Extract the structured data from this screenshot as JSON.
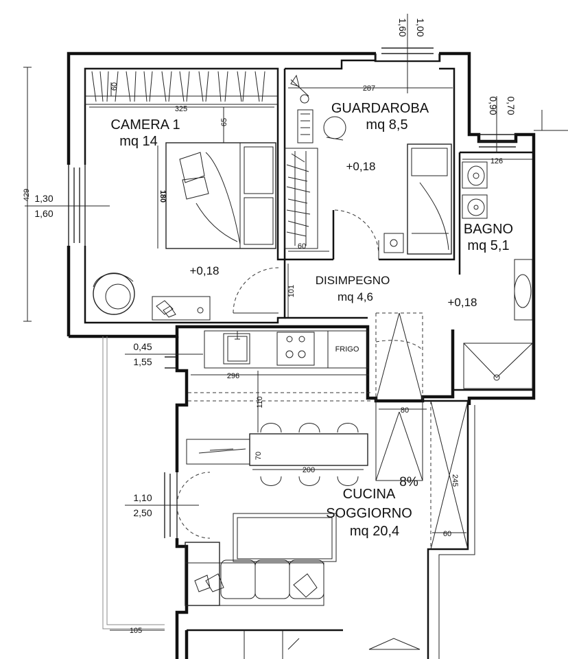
{
  "rooms": {
    "camera": {
      "name": "CAMERA 1",
      "area": "mq 14",
      "level": "+0,18"
    },
    "guardaroba": {
      "name": "GUARDAROBA",
      "area": "mq 8,5",
      "level": "+0,18"
    },
    "bagno": {
      "name": "BAGNO",
      "area": "mq 5,1"
    },
    "disimpegno": {
      "name": "DISIMPEGNO",
      "area": "mq 4,6",
      "level": "+0,18"
    },
    "cucina": {
      "name_line1": "CUCINA",
      "name_line2": "SOGGIORNO",
      "area": "mq 20,4"
    }
  },
  "dimensions": {
    "camera_wardrobe_width": "325",
    "camera_wardrobe_depth": "60",
    "bed_gap": "65",
    "bed_length": "180",
    "camera_height": "429",
    "guardaroba_width": "287",
    "guardaroba_shelf": "60",
    "door_101": "101",
    "bagno_width": "126",
    "kitchen_width": "296",
    "kitchen_gap": "110",
    "table_width": "70",
    "table_length": "200",
    "stair_width": "80",
    "stair_length": "245",
    "stair_landing": "60",
    "terrace_width": "105"
  },
  "windows": {
    "top_a": "1,00",
    "top_b": "1,60",
    "bagno_a": "0,70",
    "bagno_b": "0,90",
    "camera_a": "1,30",
    "camera_b": "1,60",
    "kitchen_a": "0,45",
    "kitchen_b": "1,55",
    "living_a": "1,10",
    "living_b": "2,50"
  },
  "fixtures": {
    "frigo": "FRIGO"
  },
  "stair_slope": "8%",
  "colors": {
    "walls": "#111111",
    "furniture": "#222222",
    "guides": "#888888"
  }
}
